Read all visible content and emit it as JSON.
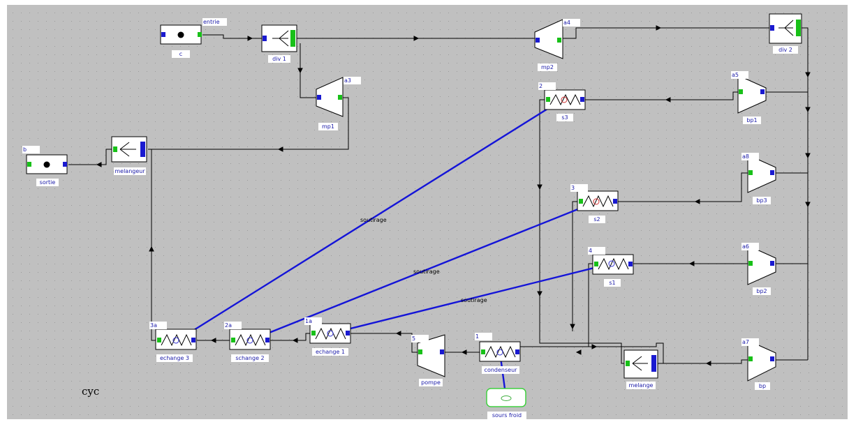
{
  "diagram_title": "cyc",
  "colors": {
    "background": "#c0c0c0",
    "port_inlet": "#18c018",
    "port_outlet": "#1a1ad0",
    "exchange_link": "#1414d8",
    "label_text": "#1a1aa8"
  },
  "components": {
    "c": "c",
    "div1": "div 1",
    "div2": "div 2",
    "mp1": "mp1",
    "mp2": "mp2",
    "melangeur": "melangeur",
    "sortie": "sortie",
    "s3": "s3",
    "s2": "s2",
    "s1": "s1",
    "bp1": "bp1",
    "bp3": "bp3",
    "bp2": "bp2",
    "bp": "bp",
    "melange": "melange",
    "echange3": "echange 3",
    "echange2": "schange 2",
    "echange1": "echange 1",
    "pompe": "pompe",
    "condenseur": "condenseur",
    "source_froid": "sours froid"
  },
  "point_labels": {
    "entrie": "entrie",
    "b": "b",
    "a3": "a3",
    "a4": "a4",
    "a5": "a5",
    "a8": "a8",
    "a6": "a6",
    "a7": "a7",
    "p2": "2",
    "p3": "3",
    "p4": "4",
    "p3a": "3a",
    "p2a": "2a",
    "p1a": "1a",
    "p5": "5",
    "p1": "1"
  },
  "link_labels": {
    "link3": "soutirage",
    "link2": "soutirage",
    "link1": "soutirage"
  }
}
